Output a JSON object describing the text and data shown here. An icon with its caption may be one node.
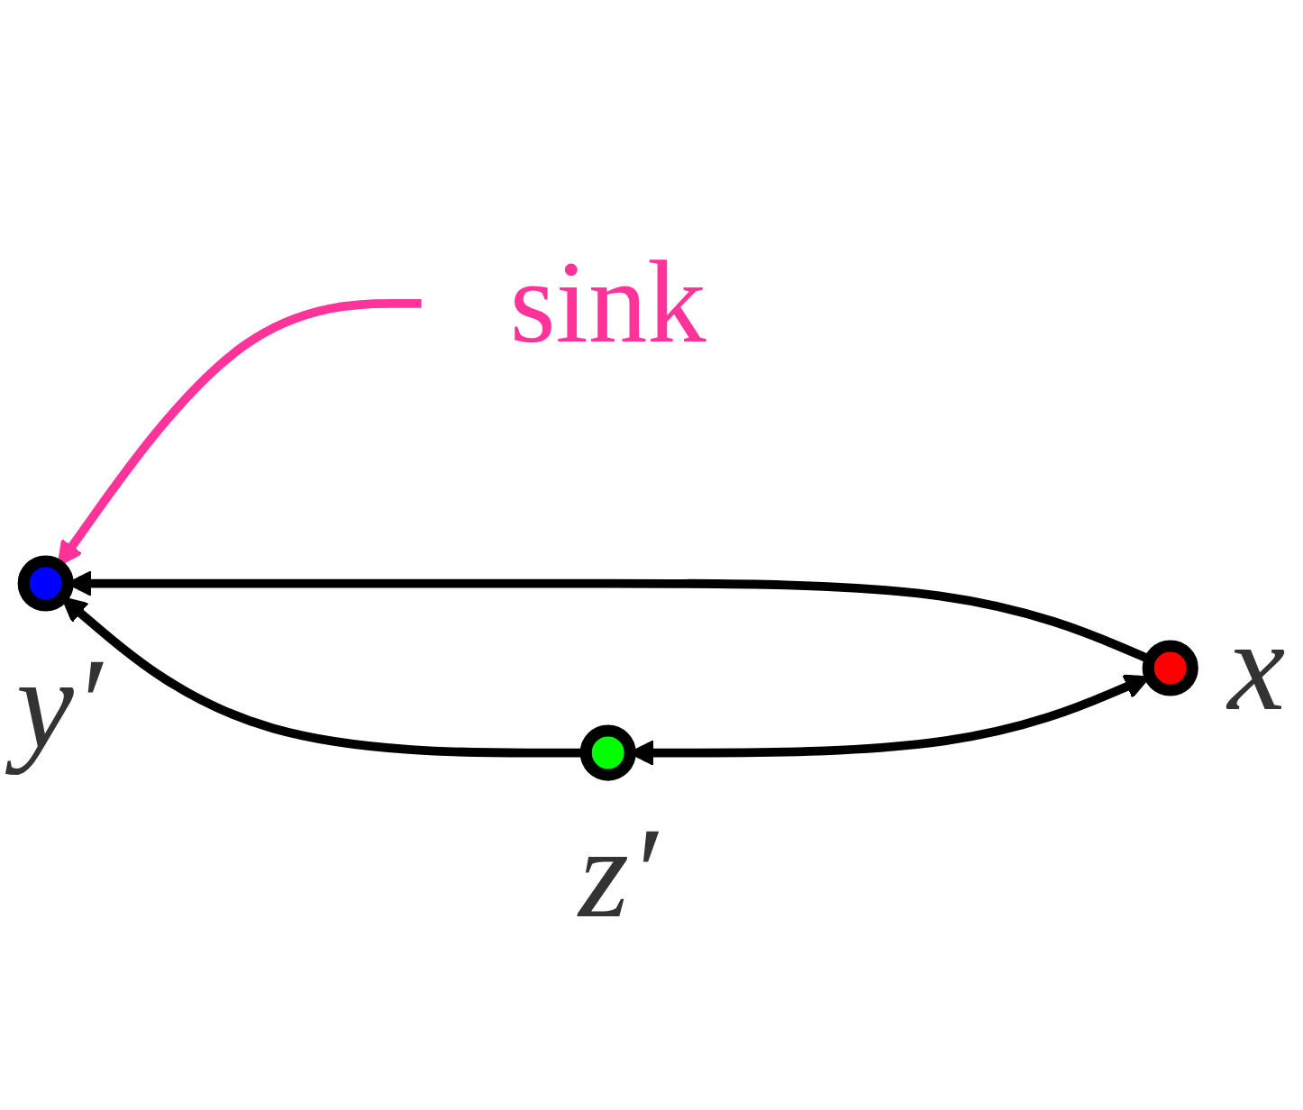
{
  "diagram": {
    "nodes": [
      {
        "text": [
          "sink"
        ]
      },
      {
        "text": [],
        "shape": "circle",
        "beside": [
          "x"
        ]
      },
      {
        "text": [],
        "shape": "circle",
        "beside": [
          "y′"
        ]
      },
      {
        "text": [],
        "shape": "circle",
        "beside": [
          "z′"
        ]
      }
    ],
    "edges": [
      {
        "from": 0,
        "to": 2,
        "arrow": "to",
        "color": "#ff3399"
      },
      {
        "from": 1,
        "to": 2,
        "arrow": "to"
      },
      {
        "from": 1,
        "to": 3,
        "arrow": "both"
      },
      {
        "from": 3,
        "to": 2,
        "arrow": "to"
      }
    ]
  }
}
